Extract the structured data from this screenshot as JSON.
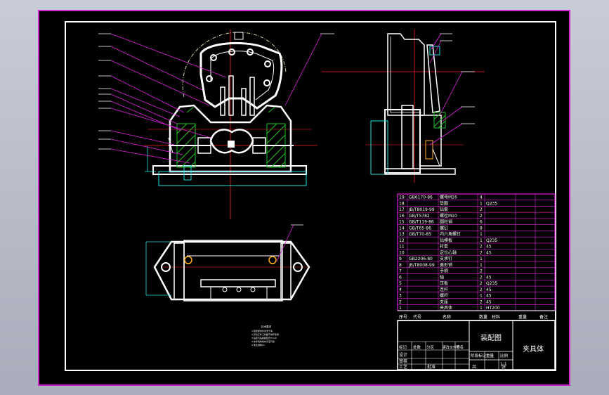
{
  "colors": {
    "background": "#000000",
    "frame": "#ffffff",
    "outer_border": "#d026d0",
    "leader": "#e020e0",
    "center_line": "#ff2020",
    "dimension": "#20e0e0",
    "parts": "#ffffff",
    "hatch": "#22c022"
  },
  "title_block": {
    "drawing_name": "装配图",
    "part_name": "夹具体",
    "header_cells": [
      "标记",
      "处数",
      "分区",
      "更改文件号",
      "签名",
      "年月日"
    ],
    "designer": "设计",
    "checker": "审核",
    "process": "工艺",
    "approve": "批准",
    "stage_label": "阶段标记",
    "weight_label": "重量",
    "scale_label": "比例",
    "scale_value": "1:1",
    "sheet_label": "共",
    "sheet2_label": "张"
  },
  "bom": {
    "headers": [
      "序号",
      "代号",
      "名称",
      "数量",
      "材料",
      "重量",
      "备注"
    ],
    "rows": [
      {
        "code": "GB6170-86",
        "name": "螺母M16",
        "qty": "4",
        "material": ""
      },
      {
        "code": "",
        "name": "垫圈",
        "qty": "1",
        "material": "Q235"
      },
      {
        "code": "JB/T8019-99",
        "name": "钻套",
        "qty": "2",
        "material": ""
      },
      {
        "code": "GB/T5782",
        "name": "螺栓M10",
        "qty": "2",
        "material": ""
      },
      {
        "code": "GB/T119-86",
        "name": "圆柱销",
        "qty": "6",
        "material": ""
      },
      {
        "code": "GB/T65-86",
        "name": "螺钉",
        "qty": "8",
        "material": ""
      },
      {
        "code": "GB/T70-85",
        "name": "内六角螺钉",
        "qty": "1",
        "material": ""
      },
      {
        "code": "",
        "name": "钻模板",
        "qty": "1",
        "material": "Q235"
      },
      {
        "code": "",
        "name": "衬套",
        "qty": "2",
        "material": "45"
      },
      {
        "code": "",
        "name": "定位心轴",
        "qty": "2",
        "material": "45"
      },
      {
        "code": "GB2206-80",
        "name": "支承钉",
        "qty": "1",
        "material": ""
      },
      {
        "code": "JB/T8008-99",
        "name": "菱形销",
        "qty": "1",
        "material": ""
      },
      {
        "code": "",
        "name": "手柄",
        "qty": "2",
        "material": ""
      },
      {
        "code": "",
        "name": "轴",
        "qty": "2",
        "material": "45"
      },
      {
        "code": "",
        "name": "压板",
        "qty": "2",
        "material": "Q235"
      },
      {
        "code": "",
        "name": "连杆",
        "qty": "2",
        "material": "45"
      },
      {
        "code": "",
        "name": "螺杆",
        "qty": "1",
        "material": "45"
      },
      {
        "code": "",
        "name": "支座",
        "qty": "2",
        "material": "45"
      },
      {
        "code": "",
        "name": "夹具体",
        "qty": "1",
        "material": "HT200"
      }
    ]
  },
  "notes": {
    "title": "技术要求",
    "lines": [
      "1.装配前零件清洗干净",
      "2.定位元件工作面不得有毛刺",
      "3.钻套与钻模板配合H7/n6",
      "4.夹紧机构动作灵活可靠",
      "5.未注倒角C1"
    ]
  }
}
